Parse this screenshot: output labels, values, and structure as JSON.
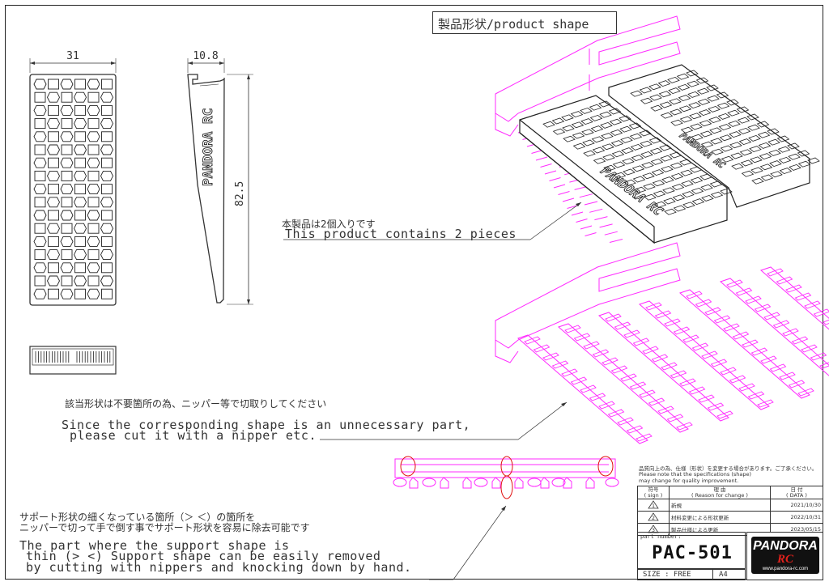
{
  "drawing": {
    "title": "製品形状/product shape",
    "dim_width": "31",
    "dim_thickness": "10.8",
    "dim_height": "82.5",
    "side_logo": "PANDORA RC",
    "note_pieces_jp": "本製品は2個入りです",
    "note_pieces_en": "This product contains 2 pieces",
    "note_cut_jp": "該当形状は不要箇所の為、ニッパー等で切取りしてください",
    "note_cut_en_1": "Since the corresponding shape is an unnecessary part,",
    "note_cut_en_2": "please cut it with a nipper etc.",
    "note_support_jp_1": "サポート形状の細くなっている箇所（＞ ＜）の箇所を",
    "note_support_jp_2": "ニッパーで切って手で倒す事でサポート形状を容易に除去可能です",
    "note_support_en_1": "The part where the support shape is",
    "note_support_en_2": "thin (> <) Support shape can be easily removed",
    "note_support_en_3": "by cutting with nippers and knocking down by hand."
  },
  "title_block": {
    "note_1": "品質向上の為、仕様（形状）を変更する場合があります。ご了承ください。",
    "note_2": "Please note that the specifications (shape)",
    "note_3": "may change for quality improvement.",
    "header": {
      "sign_jp": "符号",
      "sign_en": "( sign )",
      "reason_jp": "理 由",
      "reason_en": "( Reason for change )",
      "date_jp": "日 付",
      "date_en": "( DATA )"
    },
    "revisions": [
      {
        "sign": "1",
        "reason": "新規",
        "date": "2021/10/30"
      },
      {
        "sign": "2",
        "reason": "材料変更による形状更新",
        "date": "2022/10/31"
      },
      {
        "sign": "3",
        "reason": "製品仕様による更新",
        "date": "2023/05/15"
      }
    ],
    "part_label": "part number:",
    "part_number": "PAC-501",
    "size_label": "SIZE : FREE",
    "paper": "A4",
    "logo_name": "PANDORA",
    "logo_sub": "RC",
    "logo_url": "www.pandora-rc.com"
  }
}
